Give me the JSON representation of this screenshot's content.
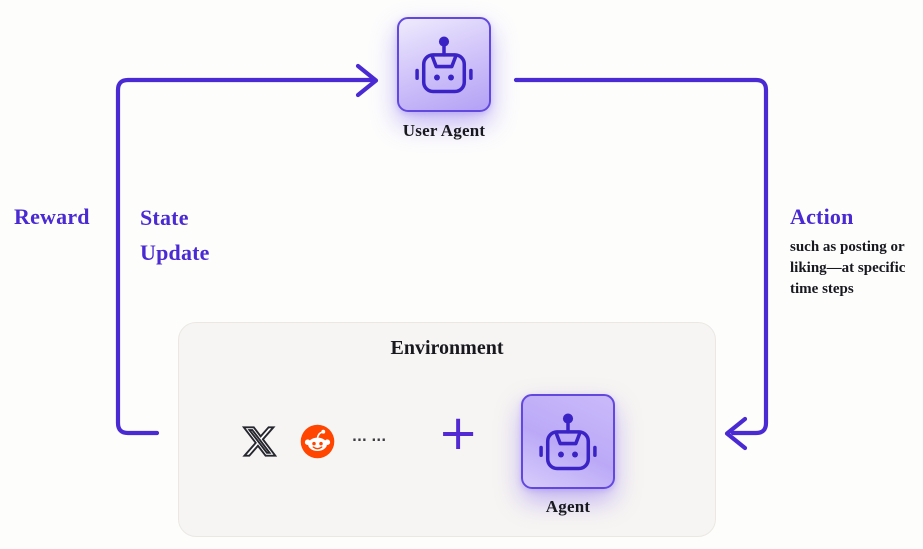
{
  "colors": {
    "accent": "#4a2ad2",
    "reddit_orange": "#ff4500",
    "text_dark": "#18181f",
    "environment_fill": "#f7f5f3"
  },
  "nodes": {
    "user_agent": {
      "label": "User Agent"
    },
    "agent": {
      "label": "Agent"
    },
    "environment": {
      "title": "Environment",
      "dots": "... ...",
      "plus": "+",
      "icons": [
        "x-logo-icon",
        "reddit-icon"
      ]
    }
  },
  "edges": {
    "reward": {
      "label": "Reward"
    },
    "state_update": {
      "lines": {
        "0": "State",
        "1": "Update"
      }
    },
    "action": {
      "label": "Action",
      "description_lines": {
        "0": "such as posting or",
        "1": "liking—at specific",
        "2": "time steps"
      }
    }
  }
}
